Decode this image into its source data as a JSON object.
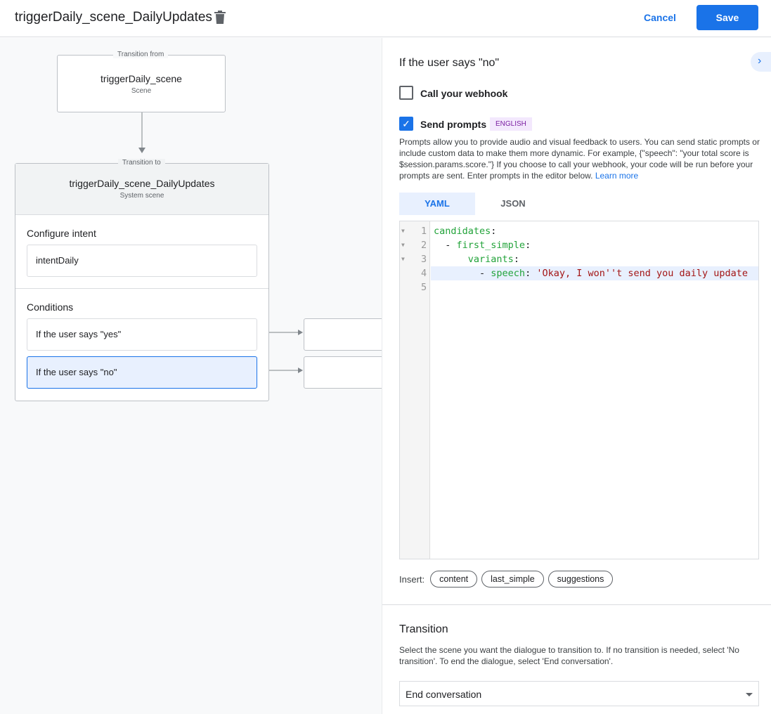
{
  "header": {
    "title": "triggerDaily_scene_DailyUpdates",
    "cancel": "Cancel",
    "save": "Save"
  },
  "canvas": {
    "from": {
      "label": "Transition from",
      "name": "triggerDaily_scene",
      "type": "Scene"
    },
    "to": {
      "label": "Transition to",
      "name": "triggerDaily_scene_DailyUpdates",
      "type": "System scene"
    },
    "intent_heading": "Configure intent",
    "intent": "intentDaily",
    "conditions_heading": "Conditions",
    "conditions": [
      "If the user says \"yes\"",
      "If the user says \"no\""
    ]
  },
  "panel": {
    "heading": "If the user says \"no\"",
    "webhook": {
      "label": "Call your webhook",
      "checked": false
    },
    "prompts": {
      "label": "Send prompts",
      "checked": true,
      "badge": "ENGLISH"
    },
    "description": "Prompts allow you to provide audio and visual feedback to users. You can send static prompts or include custom data to make them more dynamic. For example, {\"speech\": \"your total score is $session.params.score.\"} If you choose to call your webhook, your code will be run before your prompts are sent. Enter prompts in the editor below.",
    "learn_more": "Learn more",
    "tabs": [
      "YAML",
      "JSON"
    ],
    "active_tab": "YAML",
    "code": {
      "line_numbers": [
        "1",
        "2",
        "3",
        "4",
        "5"
      ],
      "l1k": "candidates",
      "l2k": "first_simple",
      "l3k": "variants",
      "l4k": "speech",
      "l4v": "'Okay, I won''t send you daily update"
    },
    "insert_label": "Insert:",
    "insert_chips": [
      "content",
      "last_simple",
      "suggestions"
    ],
    "transition": {
      "heading": "Transition",
      "description": "Select the scene you want the dialogue to transition to. If no transition is needed, select 'No transition'. To end the dialogue, select 'End conversation'.",
      "selected": "End conversation"
    }
  }
}
